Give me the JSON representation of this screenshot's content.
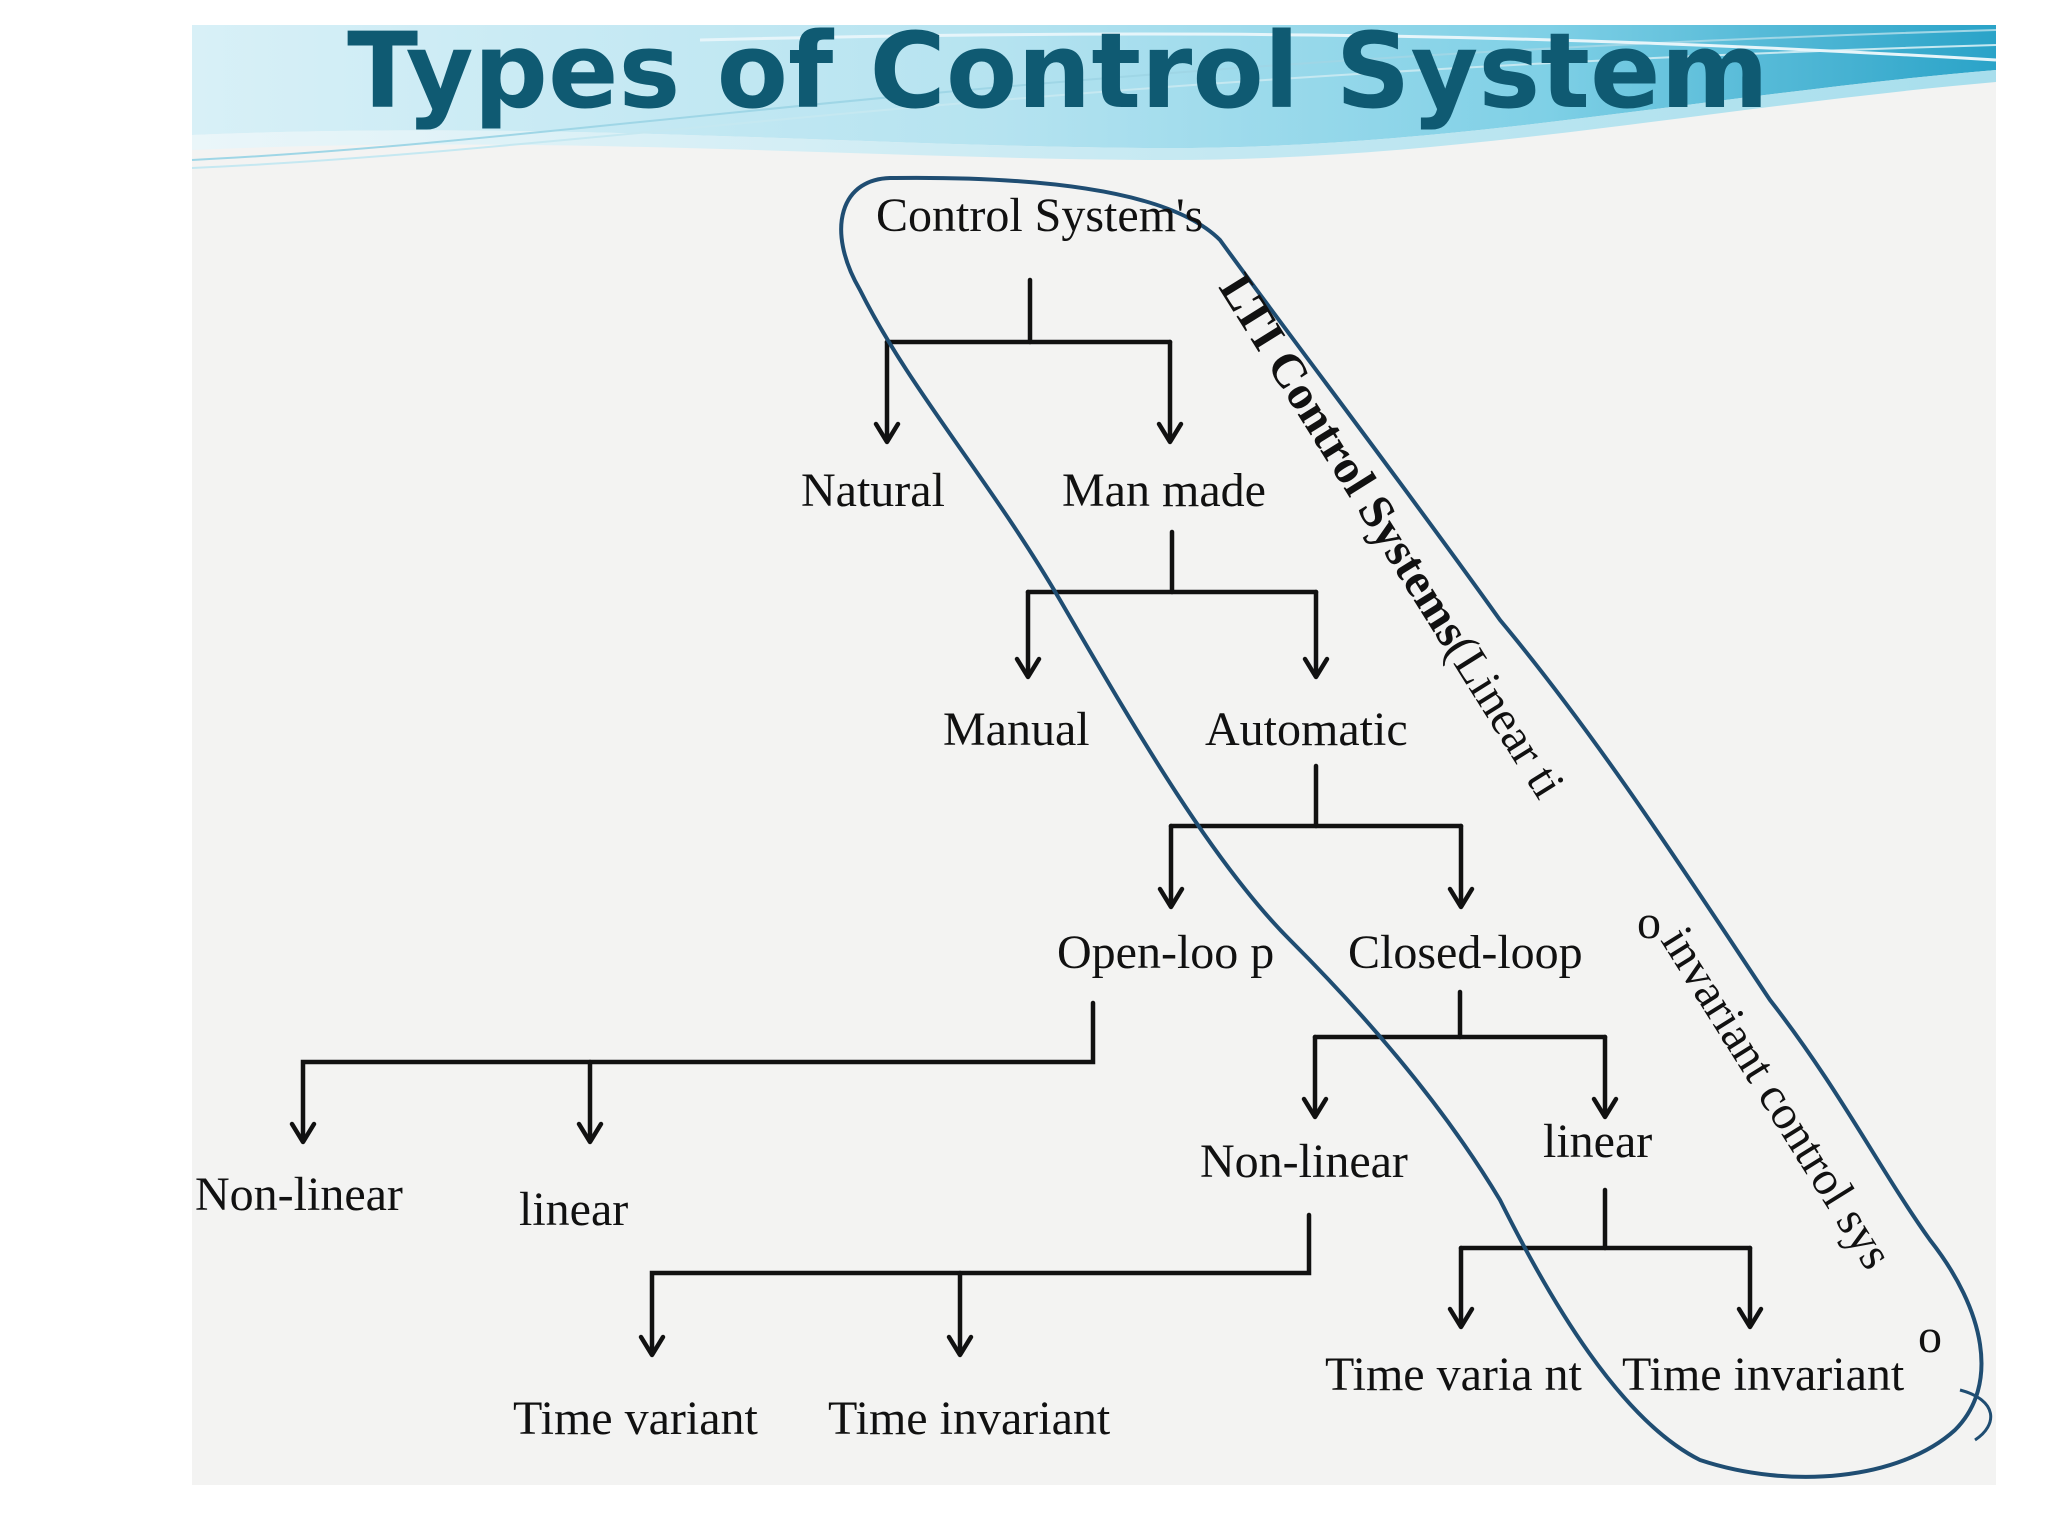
{
  "slide": {
    "title": "Types of Control System",
    "colors": {
      "title": "#0f5a72",
      "banner_light": "#d8f0f7",
      "banner_mid": "#7fd0e6",
      "banner_dark": "#2aa3c8",
      "ellipse": "#1f4d72",
      "background": "#f3f3f2",
      "line": "#111111"
    }
  },
  "tree": {
    "root": "Control  System's",
    "natural": "Natural",
    "man_made": "Man  made",
    "manual": "Manual",
    "automatic": "Automatic",
    "open_loop": "Open-loo p",
    "closed_loop": "Closed-loop",
    "open_nonlinear": "Non-linear",
    "open_linear": "linear",
    "closed_nonlinear": "Non-linear",
    "closed_linear": "linear",
    "nl_time_variant": "Time variant",
    "nl_time_invariant": "Time invariant",
    "lin_time_variant": "Time  varia nt",
    "lin_time_invariant": "Time invariant"
  },
  "annotation": {
    "lti_bold": "LTI  Control Systems",
    "lti_paren": "(Linear ti",
    "lti_rest": "invariant control sys",
    "stray_o1": "o",
    "stray_o2": "o"
  }
}
